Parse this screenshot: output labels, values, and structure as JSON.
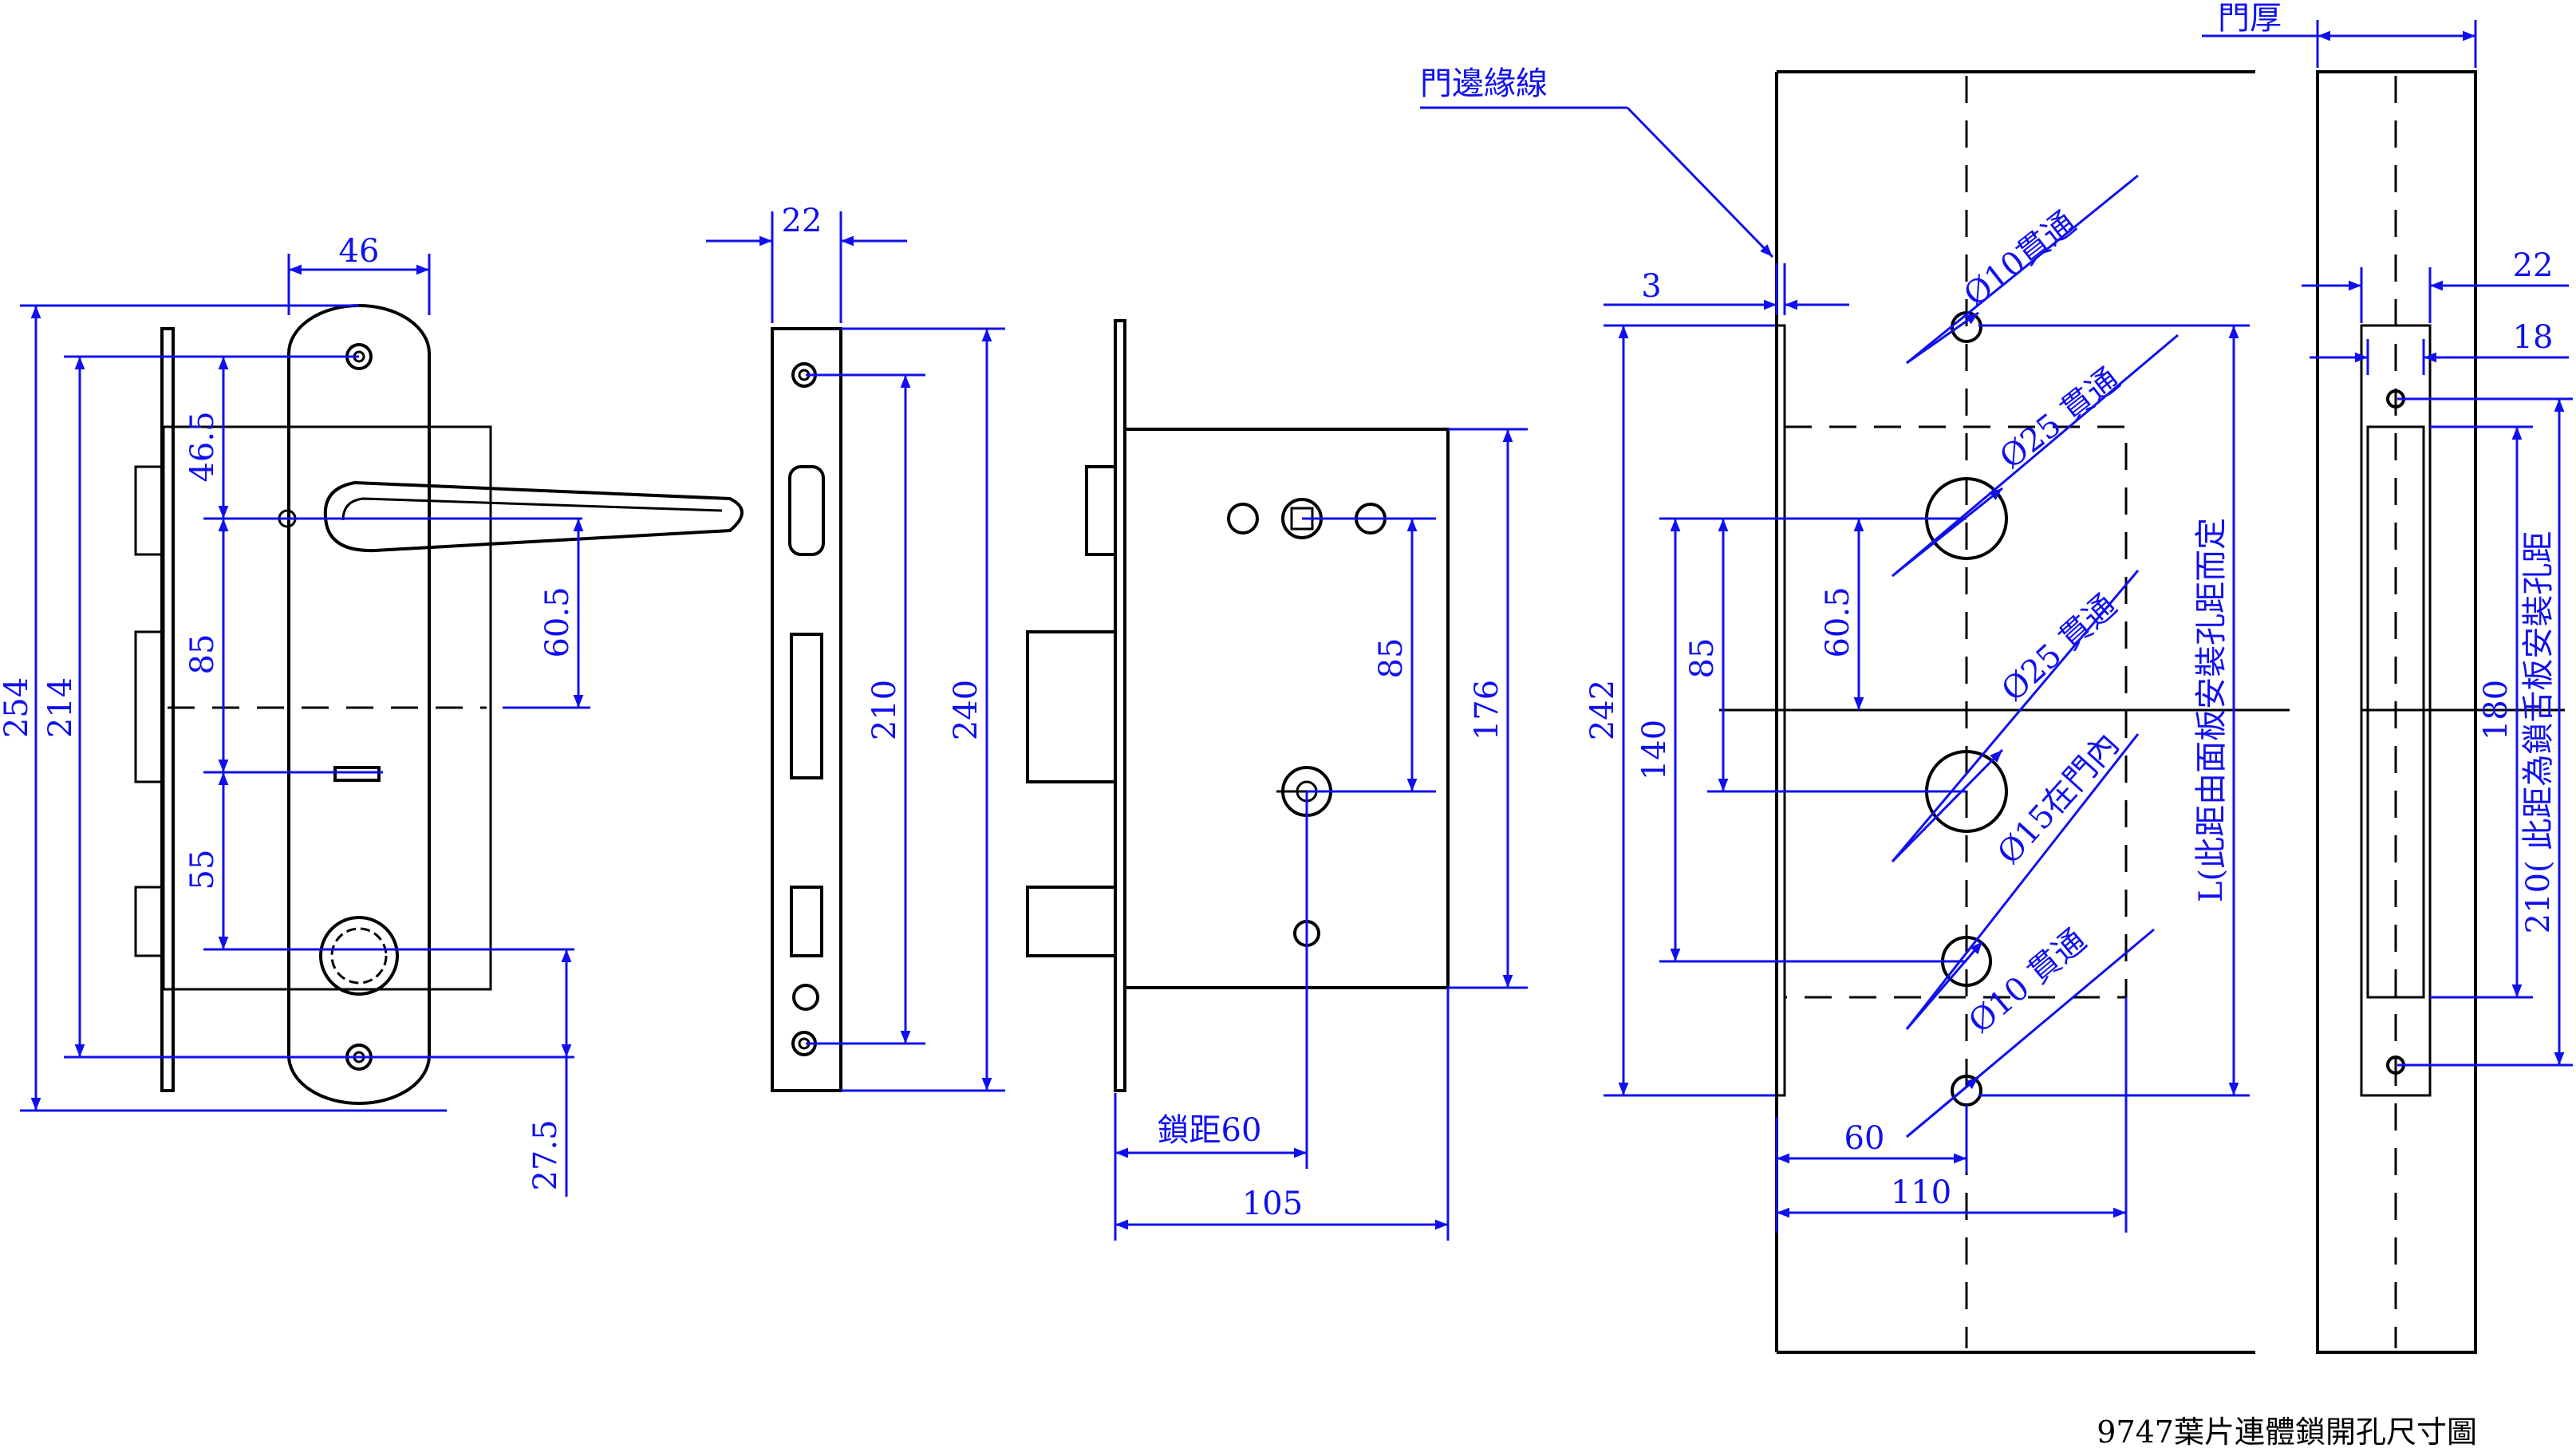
{
  "title": "9747葉片連體鎖開孔尺寸圖",
  "colors": {
    "dimension": "#1010ee",
    "outline": "#000000",
    "background": "#ffffff"
  },
  "handle_view": {
    "dims": {
      "plate_width": "46",
      "overall_height": "254",
      "hole_span": "214",
      "hole_to_lever": "46.5",
      "lever_to_key": "85",
      "key_to_knob": "55",
      "lever_offset": "60.5",
      "bottom_offset": "27.5"
    }
  },
  "faceplate_view": {
    "dims": {
      "width": "22",
      "screw_span": "210",
      "height": "240"
    }
  },
  "lockbody_view": {
    "dims": {
      "spindle_to_cylinder": "85",
      "case_height": "176",
      "backset": "鎖距60",
      "case_depth": "105"
    }
  },
  "door_front_view": {
    "labels": {
      "door_edge": "門邊緣線"
    },
    "dims": {
      "edge_offset": "3",
      "overall": "242",
      "span_140": "140",
      "span_85": "85",
      "span_60_5": "60.5",
      "hole_top": "Ø10貫通",
      "hole_spindle": "Ø25 貫通",
      "hole_cylinder": "Ø25 貫通",
      "hole_inside": "Ø15在門內",
      "hole_bottom": "Ø10 貫通",
      "backset": "60",
      "width": "110",
      "note_L": "L(此距由面板安裝孔距而定"
    }
  },
  "door_side_view": {
    "labels": {
      "thickness": "門厚"
    },
    "dims": {
      "faceplate_width": "22",
      "mortise_width": "18",
      "span_180": "180",
      "note_210": "210( 此距為鎖舌板安裝孔距"
    }
  }
}
